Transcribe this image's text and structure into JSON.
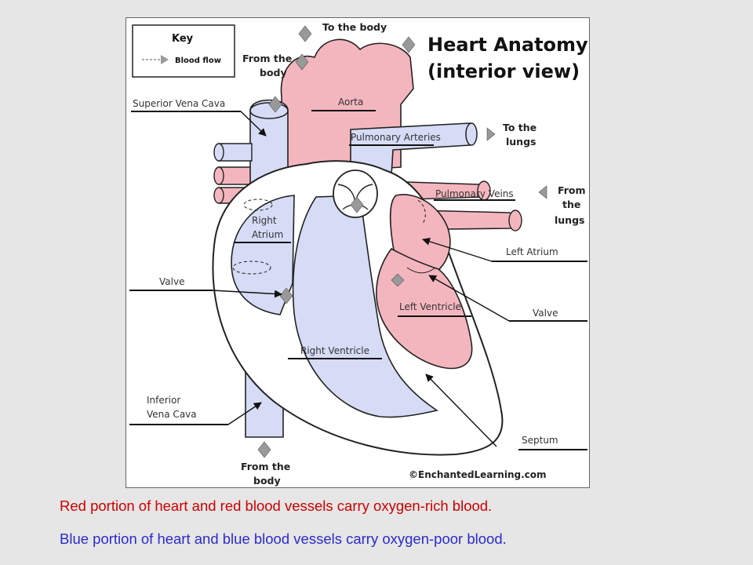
{
  "diagram": {
    "title_line1": "Heart Anatomy",
    "title_line2": "(interior view)",
    "key_title": "Key",
    "key_item": "Blood flow",
    "credit": "©EnchantedLearning.com",
    "flow": {
      "to_body": "To the body",
      "from_body_top_1": "From the",
      "from_body_top_2": "body",
      "to_lungs_1": "To the",
      "to_lungs_2": "lungs",
      "from_lungs_1": "From",
      "from_lungs_2": "the",
      "from_lungs_3": "lungs",
      "from_body_bottom_1": "From the",
      "from_body_bottom_2": "body"
    },
    "labels": {
      "superior_vena_cava": "Superior Vena Cava",
      "aorta": "Aorta",
      "pulmonary_arteries": "Pulmonary Arteries",
      "pulmonary_veins": "Pulmonary Veins",
      "right_atrium_1": "Right",
      "right_atrium_2": "Atrium",
      "left_atrium": "Left Atrium",
      "valve_left": "Valve",
      "valve_right": "Valve",
      "left_ventricle": "Left Ventricle",
      "right_ventricle": "Right Ventricle",
      "inferior_vena_cava_1": "Inferior",
      "inferior_vena_cava_2": "Vena Cava",
      "septum": "Septum"
    },
    "colors": {
      "oxygen_rich": "#f4b6be",
      "oxygen_poor": "#d6dcf6",
      "outline": "#222222"
    }
  },
  "captions": {
    "red": "Red portion of heart and red blood vessels carry oxygen-rich blood.",
    "blue": "Blue portion of heart and blue blood vessels carry oxygen-poor blood."
  }
}
